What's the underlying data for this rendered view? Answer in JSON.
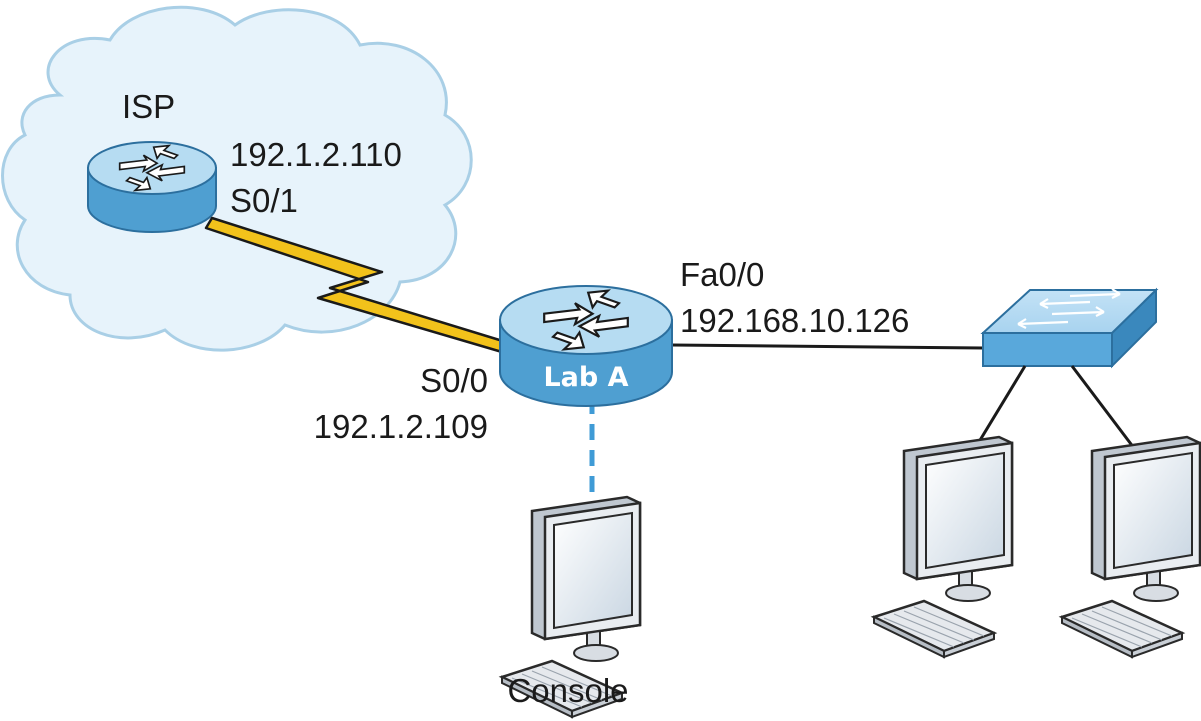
{
  "diagram": {
    "isp": {
      "name": "ISP",
      "ip": "192.1.2.110",
      "interface": "S0/1"
    },
    "lab_a": {
      "name": "Lab A",
      "serial_interface": "S0/0",
      "serial_ip": "192.1.2.109",
      "fast_ethernet_interface": "Fa0/0",
      "fast_ethernet_ip": "192.168.10.126"
    },
    "console": {
      "label": "Console"
    },
    "colors": {
      "cloud_fill": "#e7f3fb",
      "cloud_stroke": "#a9cfe6",
      "router_body": "#4f9fd1",
      "router_top": "#b6dcf2",
      "serial_link": "#f2c21b",
      "console_link": "#3f9bd6",
      "switch_body": "#59a8db"
    },
    "icons": [
      "cloud-icon",
      "router-icon",
      "switch-icon",
      "monitor-icon",
      "keyboard-icon",
      "serial-link-icon"
    ]
  }
}
